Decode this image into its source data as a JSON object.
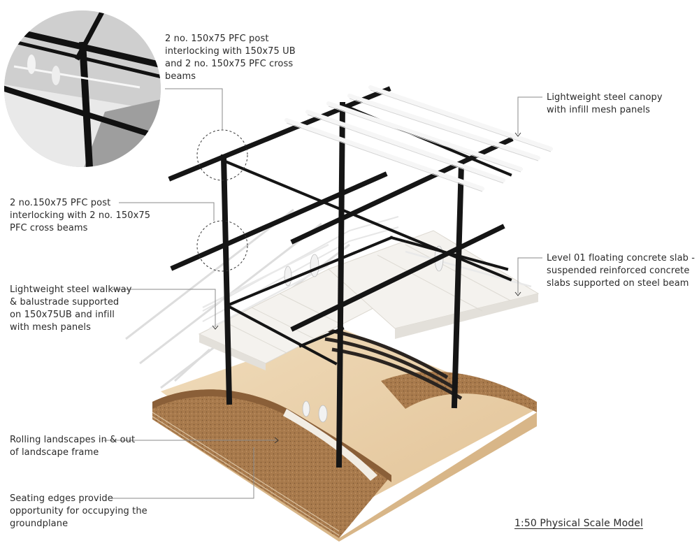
{
  "annotations": {
    "connection_top": "2 no. 150x75 PFC post\ninterlocking with 150x75 UB\nand  2 no. 150x75 PFC cross\nbeams",
    "canopy": "Lightweight steel canopy\nwith infill mesh panels",
    "connection_mid": "2 no.150x75 PFC post\ninterlocking with 2 no. 150x75\nPFC cross beams",
    "slab": "Level 01 floating concrete slab -\nsuspended reinforced concrete\nslabs supported on steel beam",
    "walkway": "Lightweight steel walkway\n& balustrade supported\non 150x75UB and infill\nwith mesh panels",
    "landscape": "Rolling landscapes in & out\nof landscape frame",
    "seating": "Seating edges provide\nopportunity for occupying the\ngroundplane"
  },
  "scale_caption": "1:50 Physical Scale Model",
  "colors": {
    "steel": "#151515",
    "cork": "#a5774a",
    "plywood": "#e9cfa6",
    "slab": "#f2f0ec",
    "leader": "#8a8a8a"
  }
}
